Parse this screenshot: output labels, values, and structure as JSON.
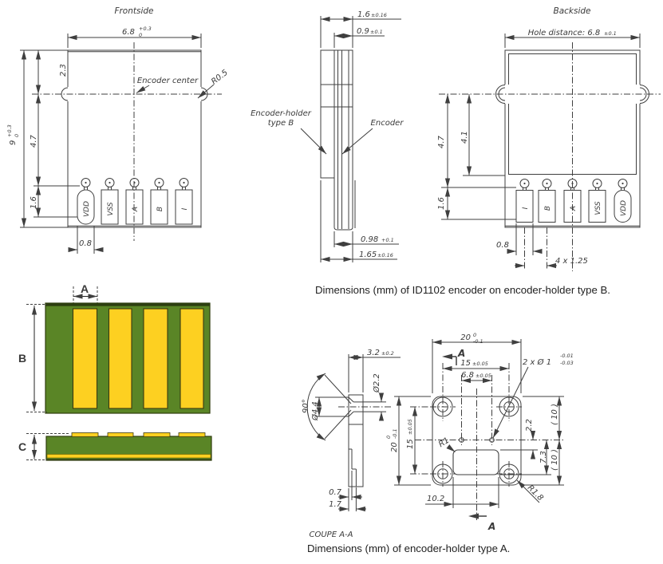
{
  "colors": {
    "line": "#3f3f3f",
    "pcb_green": "#5a8526",
    "pcb_green_dark": "#2e3d0e",
    "pcb_yellow": "#fdd021",
    "pcb_yellow_dark": "#6b6200"
  },
  "fig1": {
    "caption": "Dimensions (mm) of ID1102 encoder on encoder-holder type B.",
    "frontside": {
      "title": "Frontside",
      "width": "6.8",
      "width_tol_up": "+0.3",
      "width_tol_dn": "0",
      "height": "9",
      "height_tol_up": "+0.3",
      "height_tol_dn": "0",
      "dim_top": "2.3",
      "dim_center_pads": "4.7",
      "dim_pad": "1.6",
      "dim_pad_width": "0.8",
      "notch_radius": "R0.5",
      "center_label": "Encoder center",
      "pads": [
        "VDD",
        "VSS",
        "A",
        "B",
        "I"
      ]
    },
    "side": {
      "holder_label_line1": "Encoder-holder",
      "holder_label_line2": "type B",
      "encoder_label": "Encoder",
      "holder_thickness": "1.6",
      "holder_thickness_tol": "±0.16",
      "encoder_thickness": "0.9",
      "encoder_thickness_tol": "±0.1",
      "bottom_thickness": "0.98",
      "bottom_thickness_tol": "+0.1",
      "total_thickness": "1.65",
      "total_thickness_tol": "±0.16"
    },
    "backside": {
      "title": "Backside",
      "hole_distance": "Hole distance: 6.8",
      "hole_distance_tol": "±0.1",
      "dim_a": "4.7",
      "dim_b": "4.1",
      "dim_pad": "1.6",
      "dim_pad_width": "0.8",
      "pad_pitch": "4 x 1.25",
      "pads": [
        "I",
        "B",
        "A",
        "VSS",
        "VDD"
      ]
    }
  },
  "fig2": {
    "caption": "Dimensions (mm) of encoder-holder type A.",
    "pcb": {
      "label_a": "A",
      "label_b": "B",
      "label_c": "C"
    },
    "section": {
      "label": "COUPE A-A",
      "thickness": "3.2",
      "thickness_tol": "±0.2",
      "hole_dia": "Ø2.2",
      "countersink_dia": "Ø4.4",
      "countersink_angle": "90°",
      "step1": "0.7",
      "step2": "1.7"
    },
    "plate": {
      "width": "20",
      "width_tol_up": "0",
      "width_tol_dn": "-0.1",
      "height": "20",
      "height_tol_up": "0",
      "height_tol_dn": "-0.1",
      "hole_pitch_h": "15",
      "hole_pitch_h_tol": "±0.05",
      "hole_pitch_v": "15",
      "hole_pitch_v_tol": "±0.05",
      "pin_pitch": "6.8",
      "pin_pitch_tol": "±0.05",
      "pin_note": "2 x Ø 1",
      "pin_tol_up": "-0.01",
      "pin_tol_dn": "-0.03",
      "ref_top": "( 10 )",
      "ref_bottom": "( 10 )",
      "dim_cut_top": "2.2",
      "dim_cut_bottom": "7.3",
      "dim_cut_width": "10.2",
      "radius_cut": "R1",
      "radius_corner": "R1.8",
      "section_a_top": "A",
      "section_a_bottom": "A"
    }
  }
}
